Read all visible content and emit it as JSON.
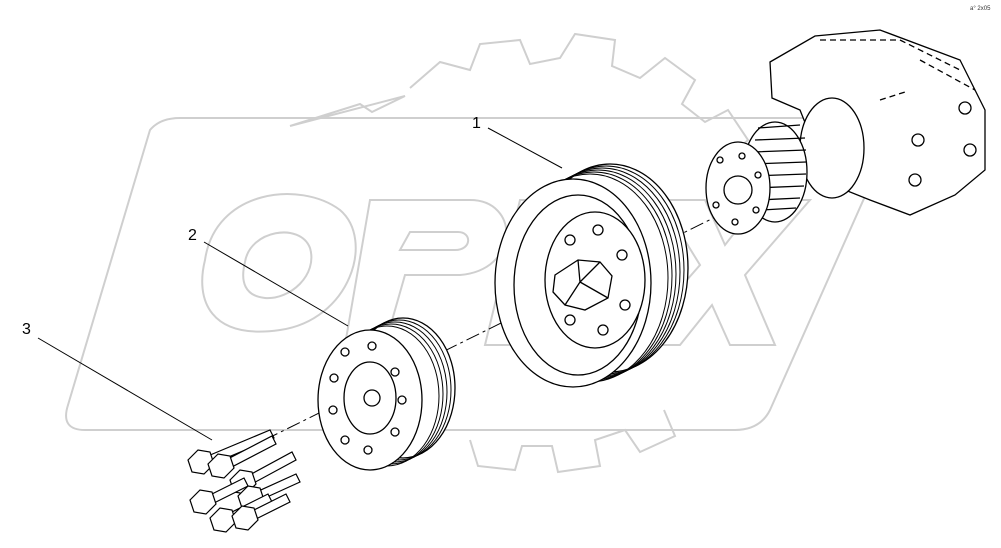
{
  "diagram": {
    "watermark_text": "OPEX",
    "sheet_tag": "a° 2x05",
    "callouts": [
      {
        "label": "1",
        "part": "crankshaft-pulley"
      },
      {
        "label": "2",
        "part": "vibration-damper"
      },
      {
        "label": "3",
        "part": "bolts"
      }
    ]
  }
}
